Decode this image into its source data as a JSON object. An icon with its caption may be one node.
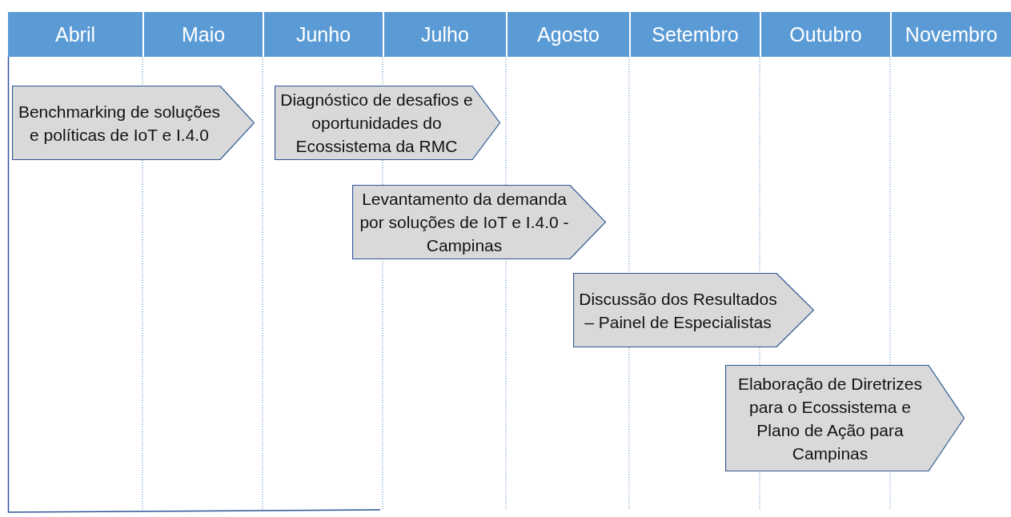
{
  "diagram": {
    "nodes": [
      {
        "text": [
          "Benchmarking de soluções e políticas de IoT e I.4.0"
        ]
      },
      {
        "text": [
          "Diagnóstico de desafios e oportunidades do Ecossistema da RMC"
        ]
      },
      {
        "text": [
          "Levantamento da demanda por soluções de IoT e I.4.0 - Campinas"
        ]
      },
      {
        "text": [
          "Discussão dos Resultados – Painel de Especialistas"
        ]
      },
      {
        "text": [
          "Elaboração de Diretrizes para o Ecossistema e Plano de Ação para Campinas"
        ]
      }
    ],
    "labels": [
      "Abril",
      "Maio",
      "Junho",
      "Julho",
      "Agosto",
      "Setembro",
      "Outubro",
      "Novembro"
    ]
  }
}
